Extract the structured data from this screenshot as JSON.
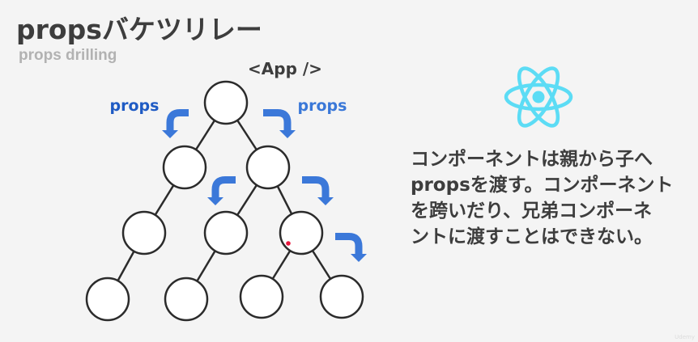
{
  "header": {
    "title": "propsバケツリレー",
    "subtitle": "props drilling"
  },
  "diagram": {
    "root_label": "<App />",
    "props_label_left": "props",
    "props_label_right": "props",
    "colors": {
      "arrow": "#3b78d9",
      "props_left": "#1f5bc4",
      "props_right": "#3a78d8",
      "node_stroke": "#2b2b2b",
      "node_fill": "#ffffff",
      "marker": "#e8163c"
    },
    "nodes": [
      {
        "id": "app",
        "level": 0
      },
      {
        "id": "l1-left",
        "level": 1,
        "parent": "app"
      },
      {
        "id": "l1-right",
        "level": 1,
        "parent": "app"
      },
      {
        "id": "l2-a",
        "level": 2,
        "parent": "l1-left"
      },
      {
        "id": "l2-b",
        "level": 2,
        "parent": "l1-right"
      },
      {
        "id": "l2-c",
        "level": 2,
        "parent": "l1-right"
      },
      {
        "id": "l3-a",
        "level": 3,
        "parent": "l2-a"
      },
      {
        "id": "l3-b",
        "level": 3,
        "parent": "l2-b"
      },
      {
        "id": "l3-c",
        "level": 3,
        "parent": "l2-c"
      },
      {
        "id": "l3-d",
        "level": 3,
        "parent": "l2-c"
      }
    ],
    "arrows": [
      {
        "from": "app",
        "to": "l1-left",
        "direction": "down-left"
      },
      {
        "from": "app",
        "to": "l1-right",
        "direction": "down-right"
      },
      {
        "from": "l1-right",
        "to": "l2-b",
        "direction": "down-left"
      },
      {
        "from": "l1-right",
        "to": "l2-c",
        "direction": "down-right"
      },
      {
        "from": "l2-c",
        "to": "l3-d",
        "direction": "down-right"
      }
    ]
  },
  "logo": {
    "name": "react-logo",
    "color": "#5cdcf5"
  },
  "description": {
    "lines": [
      "コンポーネントは親から子へ",
      "propsを渡す。コンポーネント",
      "を跨いだり、兄弟コンポーネ",
      "ントに渡すことはできない。"
    ]
  },
  "watermark": "Udemy"
}
